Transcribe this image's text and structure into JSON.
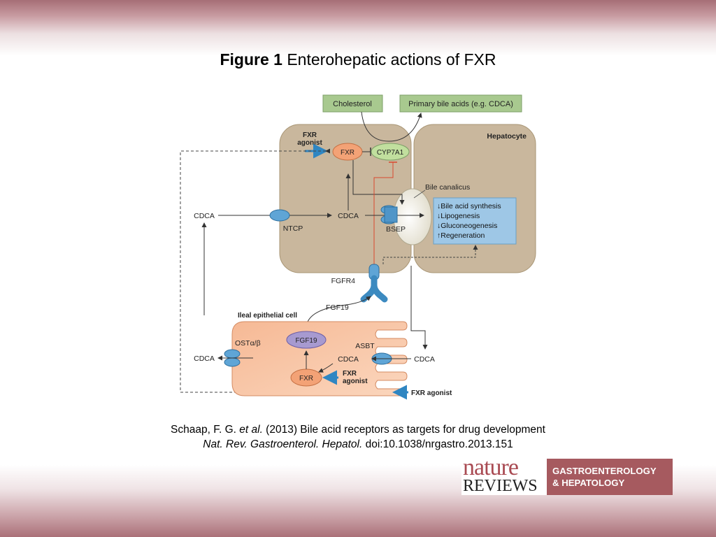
{
  "title": {
    "bold": "Figure 1",
    "rest": " Enterohepatic actions of FXR"
  },
  "diagram": {
    "cholesterol": "Cholesterol",
    "primary_bile_acids": "Primary bile acids (e.g. CDCA)",
    "hepatocyte": "Hepatocyte",
    "fxr_agonist_line1": "FXR",
    "fxr_agonist_line2": "agonist",
    "fxr": "FXR",
    "cyp7a1": "CYP7A1",
    "bile_canalicus": "Bile canalicus",
    "effects": [
      "Bile acid synthesis",
      "Lipogenesis",
      "Gluconeogenesis",
      "Regeneration"
    ],
    "effect_arrows": [
      "↓",
      "↓",
      "↓",
      "↑"
    ],
    "cdca": "CDCA",
    "ntcp": "NTCP",
    "bsep": "BSEP",
    "fgfr4": "FGFR4",
    "fgf19": "FGF19",
    "ileal_cell": "Ileal epithelial cell",
    "ost": "OSTα/β",
    "asbt": "ASBT",
    "fxr_agonist_bottom": "FXR agonist"
  },
  "citation": {
    "line1_a": "Schaap, F. G. ",
    "line1_b": "et al.",
    "line1_c": " (2013) Bile acid receptors as targets for drug development",
    "line2_a": "Nat. Rev. Gastroenterol. Hepatol.",
    "line2_b": " doi:10.1038/nrgastro.2013.151"
  },
  "logo": {
    "nature": "nature",
    "reviews": "REVIEWS",
    "journal_line1": "GASTROENTEROLOGY",
    "journal_line2": "& HEPATOLOGY"
  }
}
